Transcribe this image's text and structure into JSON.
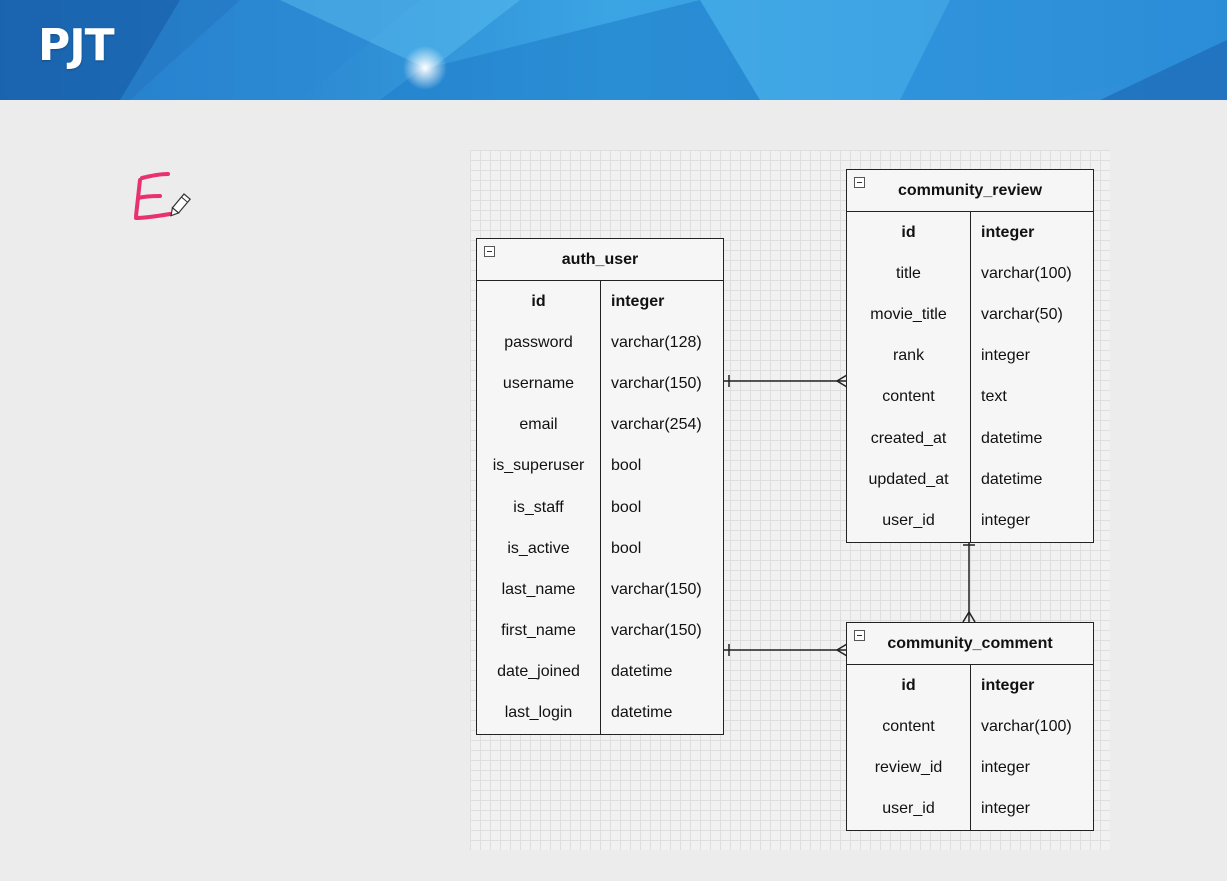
{
  "header": {
    "title": "PJT"
  },
  "annotation": {
    "letter": "E",
    "color": "#e8326e",
    "tool": "pencil-cursor"
  },
  "colors": {
    "banner_dark": "#1f73c4",
    "banner_light": "#3aa7e6",
    "line": "#222222"
  },
  "entities": {
    "auth_user": {
      "title": "auth_user",
      "fields": [
        {
          "name": "id",
          "type": "integer",
          "pk": true
        },
        {
          "name": "password",
          "type": "varchar(128)"
        },
        {
          "name": "username",
          "type": "varchar(150)"
        },
        {
          "name": "email",
          "type": "varchar(254)"
        },
        {
          "name": "is_superuser",
          "type": "bool"
        },
        {
          "name": "is_staff",
          "type": "bool"
        },
        {
          "name": "is_active",
          "type": "bool"
        },
        {
          "name": "last_name",
          "type": "varchar(150)"
        },
        {
          "name": "first_name",
          "type": "varchar(150)"
        },
        {
          "name": "date_joined",
          "type": "datetime"
        },
        {
          "name": "last_login",
          "type": "datetime"
        }
      ]
    },
    "community_review": {
      "title": "community_review",
      "fields": [
        {
          "name": "id",
          "type": "integer",
          "pk": true
        },
        {
          "name": "title",
          "type": "varchar(100)"
        },
        {
          "name": "movie_title",
          "type": "varchar(50)"
        },
        {
          "name": "rank",
          "type": "integer"
        },
        {
          "name": "content",
          "type": "text"
        },
        {
          "name": "created_at",
          "type": "datetime"
        },
        {
          "name": "updated_at",
          "type": "datetime"
        },
        {
          "name": "user_id",
          "type": "integer"
        }
      ]
    },
    "community_comment": {
      "title": "community_comment",
      "fields": [
        {
          "name": "id",
          "type": "integer",
          "pk": true
        },
        {
          "name": "content",
          "type": "varchar(100)"
        },
        {
          "name": "review_id",
          "type": "integer"
        },
        {
          "name": "user_id",
          "type": "integer"
        }
      ]
    }
  }
}
